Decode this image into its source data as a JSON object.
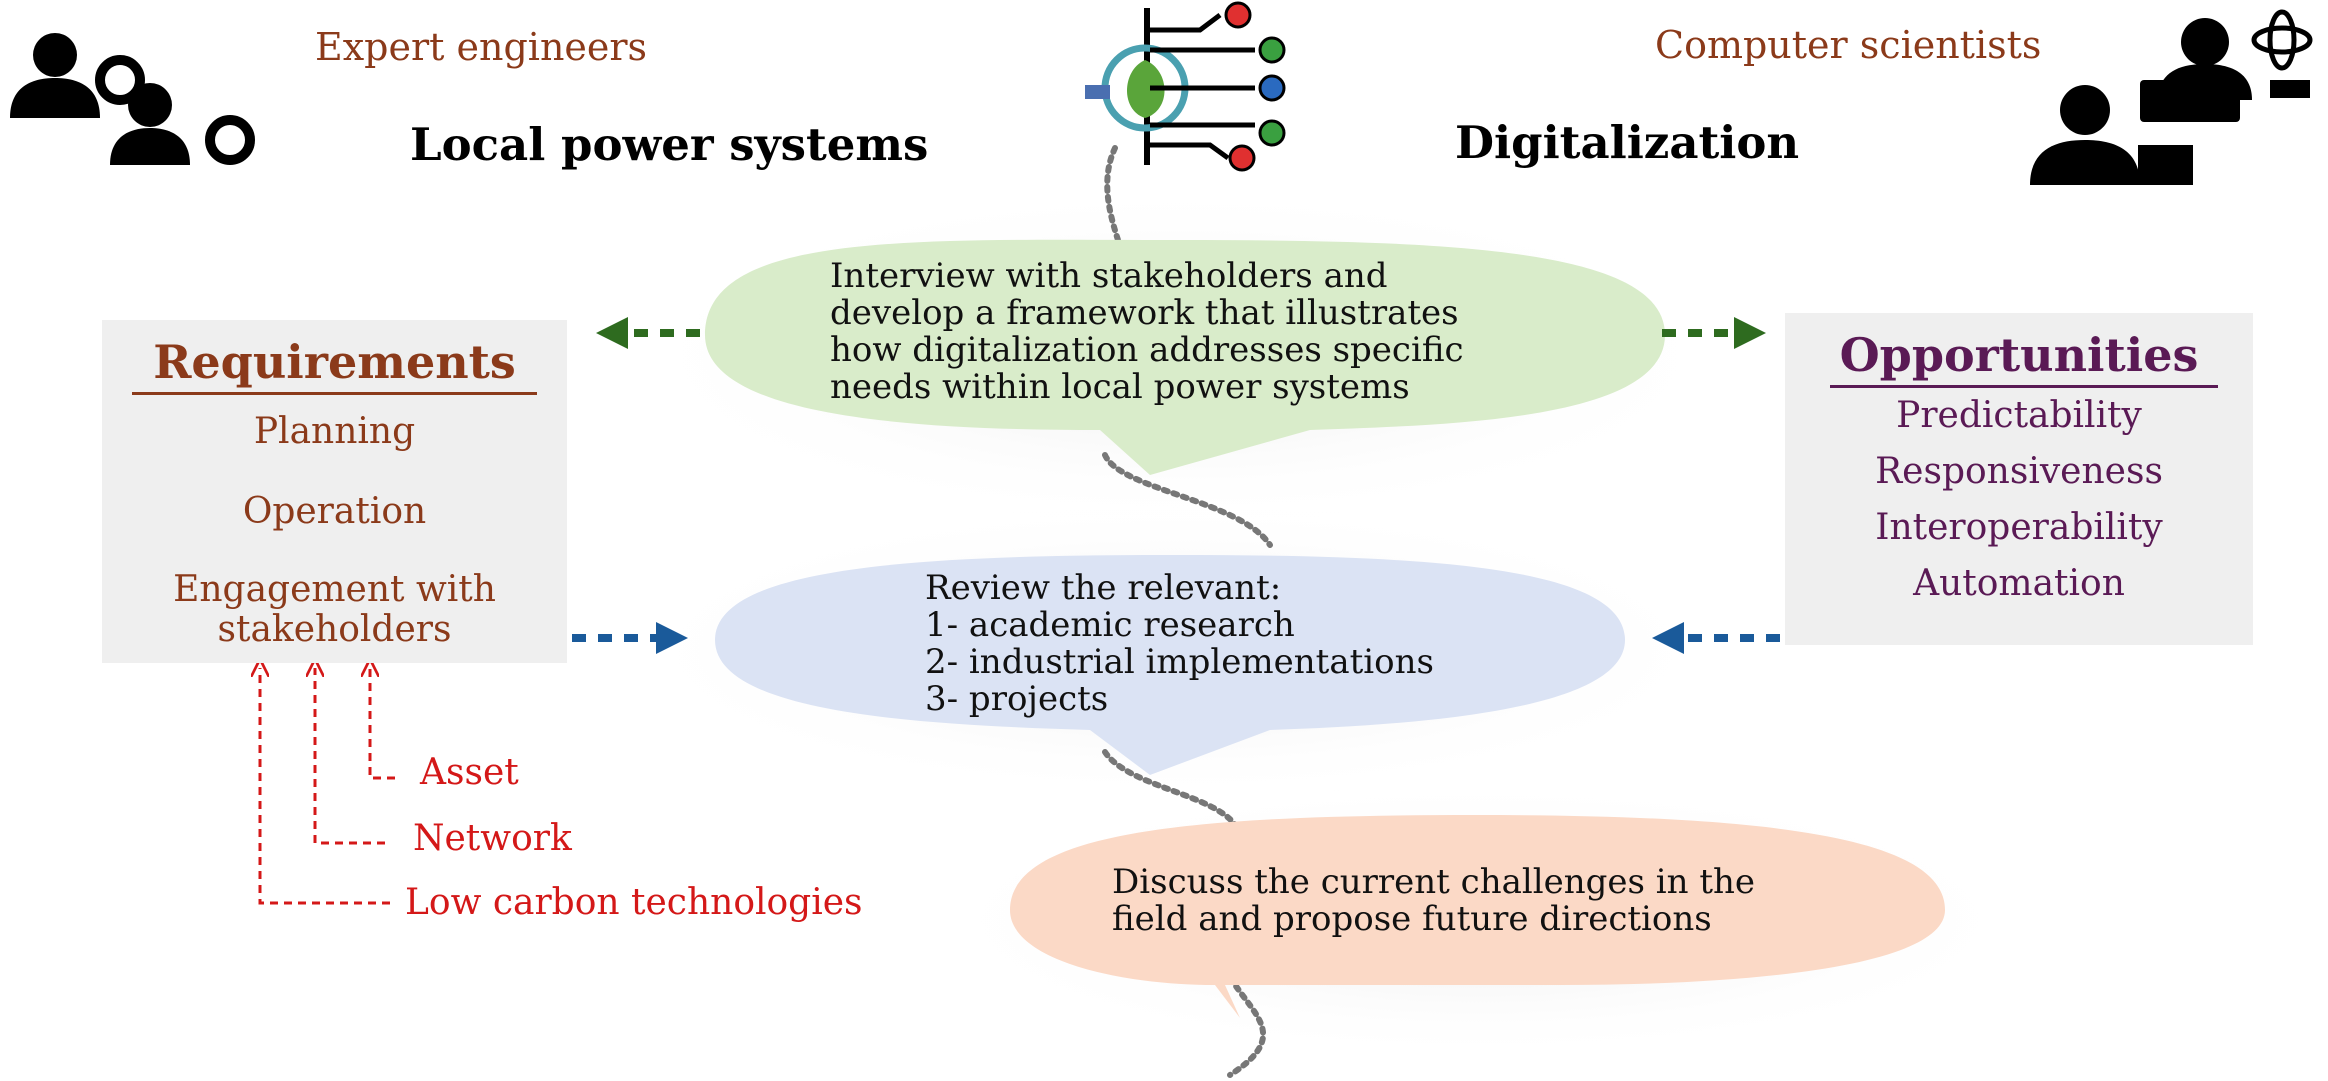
{
  "header": {
    "left_people_label": "Expert engineers",
    "right_people_label": "Computer scientists",
    "left_title": "Local power systems",
    "right_title": "Digitalization"
  },
  "bubbles": {
    "interview": {
      "lines": [
        "Interview with stakeholders and",
        "develop a framework that illustrates",
        "how digitalization addresses specific",
        "needs within local power systems"
      ],
      "color": "#d9ecca"
    },
    "review": {
      "lines": [
        "Review the relevant:",
        "1- academic research",
        "2- industrial implementations",
        "3- projects"
      ],
      "color": "#dbe3f4"
    },
    "discuss": {
      "lines": [
        "Discuss the current challenges in the",
        "field and propose future directions"
      ],
      "color": "#fbd9c6"
    }
  },
  "requirements": {
    "title": "Requirements",
    "items": [
      "Planning",
      "Operation",
      "Engagement with",
      "stakeholders"
    ],
    "color": "#8b3a1a"
  },
  "opportunities": {
    "title": "Opportunities",
    "items": [
      "Predictability",
      "Responsiveness",
      "Interoperability",
      "Automation"
    ],
    "color": "#5a1a55"
  },
  "inputs": {
    "items": [
      "Asset",
      "Network",
      "Low carbon technologies"
    ],
    "color": "#d41818"
  },
  "colors": {
    "green_arrow": "#2e6b1f",
    "blue_arrow": "#1a5a9a",
    "dotted_path": "#777777"
  },
  "icons": [
    "engineers-gear-icon",
    "digital-plug-leaf-icon",
    "scientists-computer-icon"
  ]
}
